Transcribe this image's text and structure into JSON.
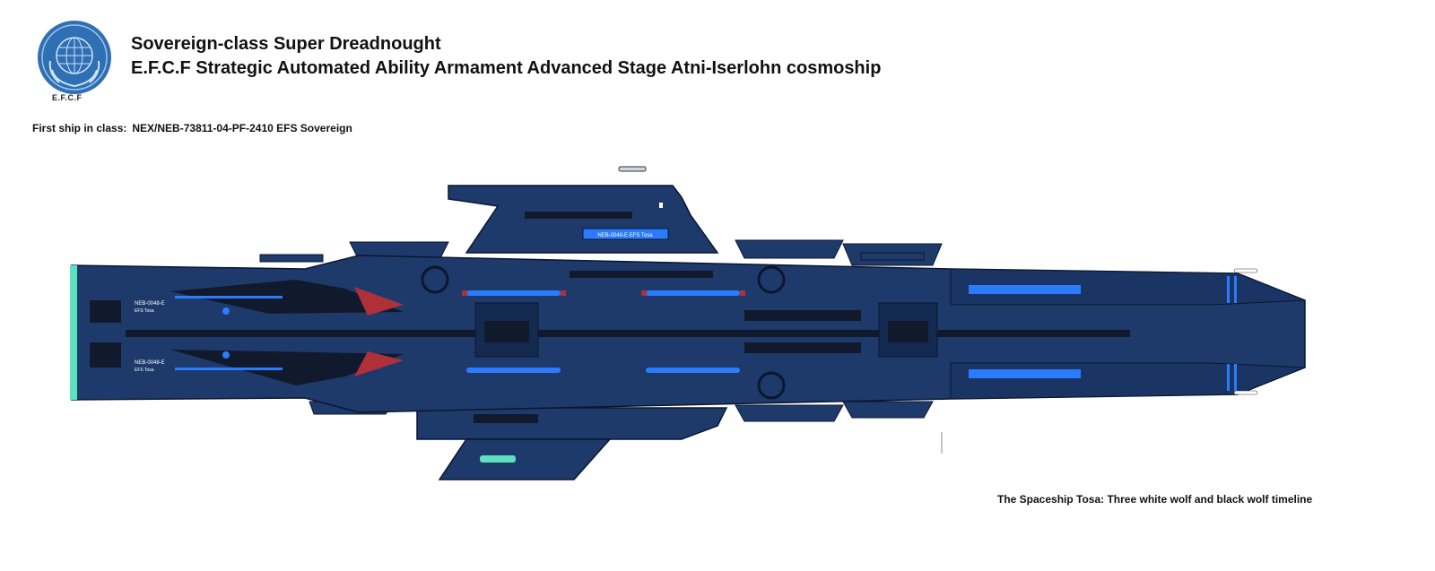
{
  "header": {
    "logo_caption": "E.F.C.F",
    "title_line1": "Sovereign-class Super Dreadnought",
    "title_line2": "E.F.C.F Strategic Automated Ability Armament Advanced Stage Atni-Iserlohn cosmoship"
  },
  "info": {
    "first_ship_label": "First ship in class:",
    "first_ship_value": "NEX/NEB-73811-04-PF-2410 EFS Sovereign"
  },
  "ship": {
    "nameplate": "NEB-0048-E EFS Tosa",
    "hull_marking_top": "NEB-0048-E",
    "hull_marking_top_sub": "EFS Tosa",
    "hull_marking_bottom": "NEB-0048-E",
    "hull_marking_bottom_sub": "EFS Tosa",
    "colors": {
      "hull": "#1d3a6b",
      "hull_dark": "#142a50",
      "accent_blue": "#2b7bff",
      "red_window": "#b0303a",
      "teal": "#5fe0c0",
      "black_panel": "#111a2c"
    }
  },
  "footer": {
    "credit": "The Spaceship Tosa: Three white wolf and black wolf timeline"
  }
}
